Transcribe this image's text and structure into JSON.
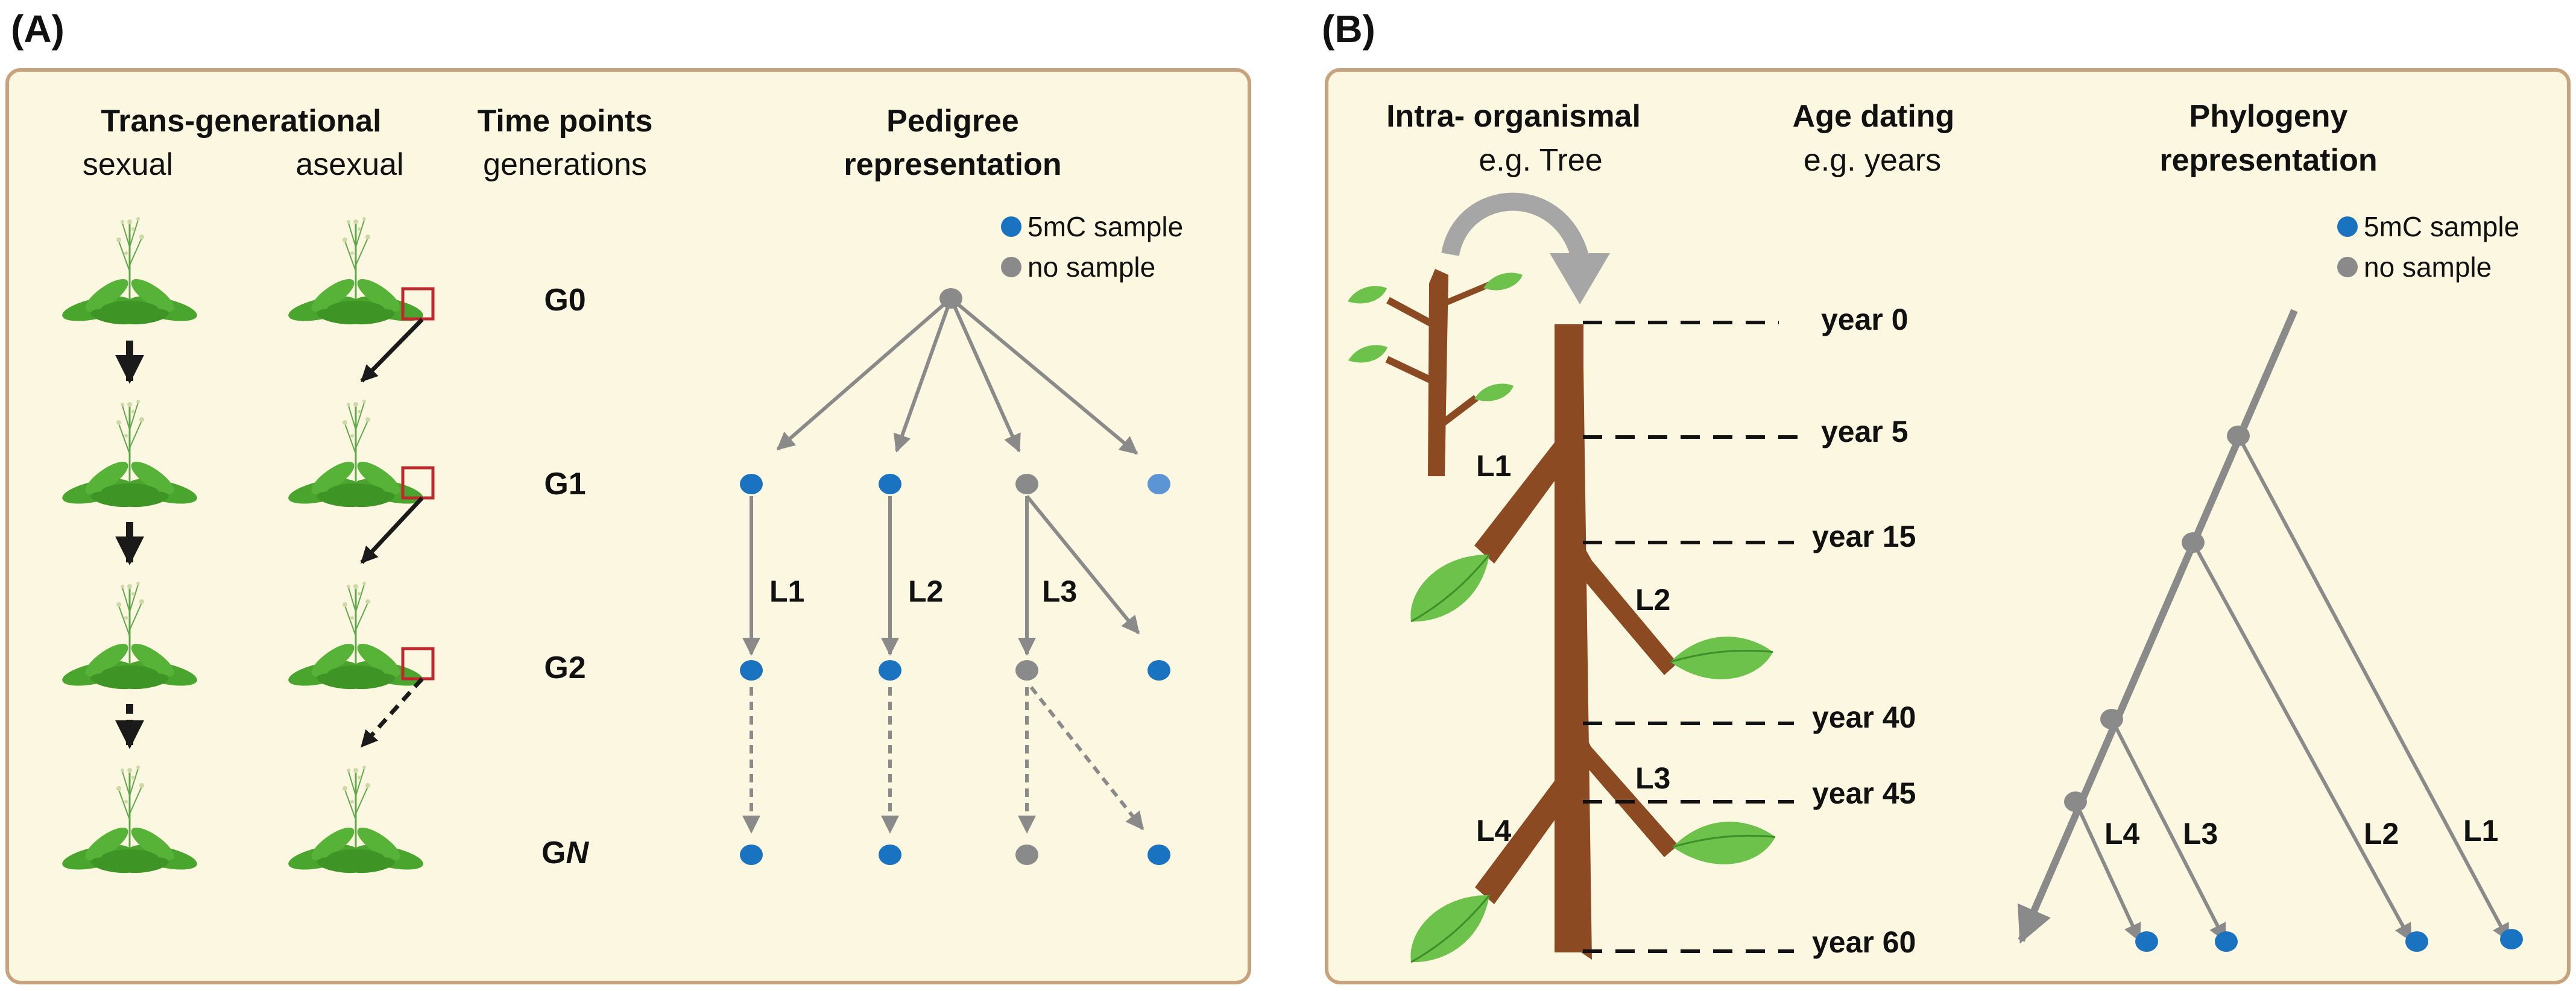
{
  "panels": {
    "a": {
      "label": "(A)",
      "col_trans": "Trans-generational",
      "col_sexual": "sexual",
      "col_asexual": "asexual",
      "col_time": "Time points",
      "col_generations": "generations",
      "col_pedigree_1": "Pedigree",
      "col_pedigree_2": "representation",
      "generations": [
        "G0",
        "G1",
        "G2"
      ],
      "gen_n_prefix": "G",
      "gen_n_suffix": "N",
      "lineages": [
        "L1",
        "L2",
        "L3"
      ],
      "legend": {
        "sample": "5mC sample",
        "no_sample": "no sample"
      }
    },
    "b": {
      "label": "(B)",
      "col_intra": "Intra- organismal",
      "col_tree": "e.g. Tree",
      "col_age": "Age dating",
      "col_years": "e.g. years",
      "col_phylo_1": "Phylogeny",
      "col_phylo_2": "representation",
      "years": [
        "year 0",
        "year 5",
        "year 15",
        "year 40",
        "year 45",
        "year 60"
      ],
      "branches": [
        "L1",
        "L2",
        "L3",
        "L4"
      ],
      "phylo_tips": [
        "L4",
        "L3",
        "L2",
        "L1"
      ],
      "legend": {
        "sample": "5mC sample",
        "no_sample": "no sample"
      }
    }
  },
  "colors": {
    "panel_bg": "#fcf7e1",
    "panel_border": "#c8a27a",
    "sample": "#1a73c0",
    "sample_light": "#5b95d3",
    "no_sample": "#8a8a8a",
    "arrow_gray": "#8a8a8a",
    "trunk": "#8b4a22",
    "leaf": "#6cc24a",
    "plant": "#4aa52e",
    "meristem_box": "#c0282e",
    "curved_arrow": "#a6a6a6"
  }
}
